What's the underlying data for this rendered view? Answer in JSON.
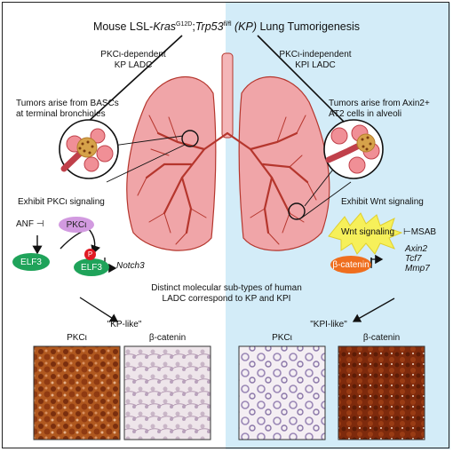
{
  "title": {
    "prefix": "Mouse LSL-",
    "gene1": "Kras",
    "gene1_sup": "G12D",
    "sep": ";",
    "gene2": "Trp53",
    "gene2_sup": "fl/fl",
    "model": "(KP)",
    "suffix": " Lung Tumorigenesis"
  },
  "left": {
    "dependency_line1": "PKCι-dependent",
    "dependency_line2": "KP LADC",
    "origin_line1": "Tumors arise from BASCs",
    "origin_line2": "at terminal bronchioles",
    "signaling": "Exhibit PKCι signaling",
    "anf": "ANF ⊣",
    "pkci_node": "PKCι",
    "elf3": "ELF3",
    "elf3_p": "ELF3",
    "phospho": "P",
    "target_gene": "Notch3",
    "like": "\"KP-like\"",
    "stain1": "PKCι",
    "stain2": "β-catenin"
  },
  "right": {
    "dependency_line1": "PKCι-independent",
    "dependency_line2": "KPI LADC",
    "origin_line1": "Tumors arise from Axin2+",
    "origin_line2": "AT2 cells in alveoli",
    "signaling": "Exhibit Wnt signaling",
    "wnt": "Wnt signaling",
    "msab": "⊢MSAB",
    "bcat_node": "β-catenin",
    "targets": [
      "Axin2",
      "Tcf7",
      "Mmp7"
    ],
    "like": "\"KPI-like\"",
    "stain1": "PKCι",
    "stain2": "β-catenin"
  },
  "center": {
    "line1": "Distinct molecular sub-types of human",
    "line2": "LADC correspond to KP and KPI"
  },
  "colors": {
    "right_bg": "#d3ecf8",
    "lung": "#f0a5a8",
    "vessel": "#b5362d",
    "pkci": "#d29ae0",
    "elf3": "#1fa35a",
    "phospho": "#e01b24",
    "bcat": "#ef6e1e",
    "wnt_burst": "#f6f05a",
    "stain_brown": "#8e3b14"
  }
}
